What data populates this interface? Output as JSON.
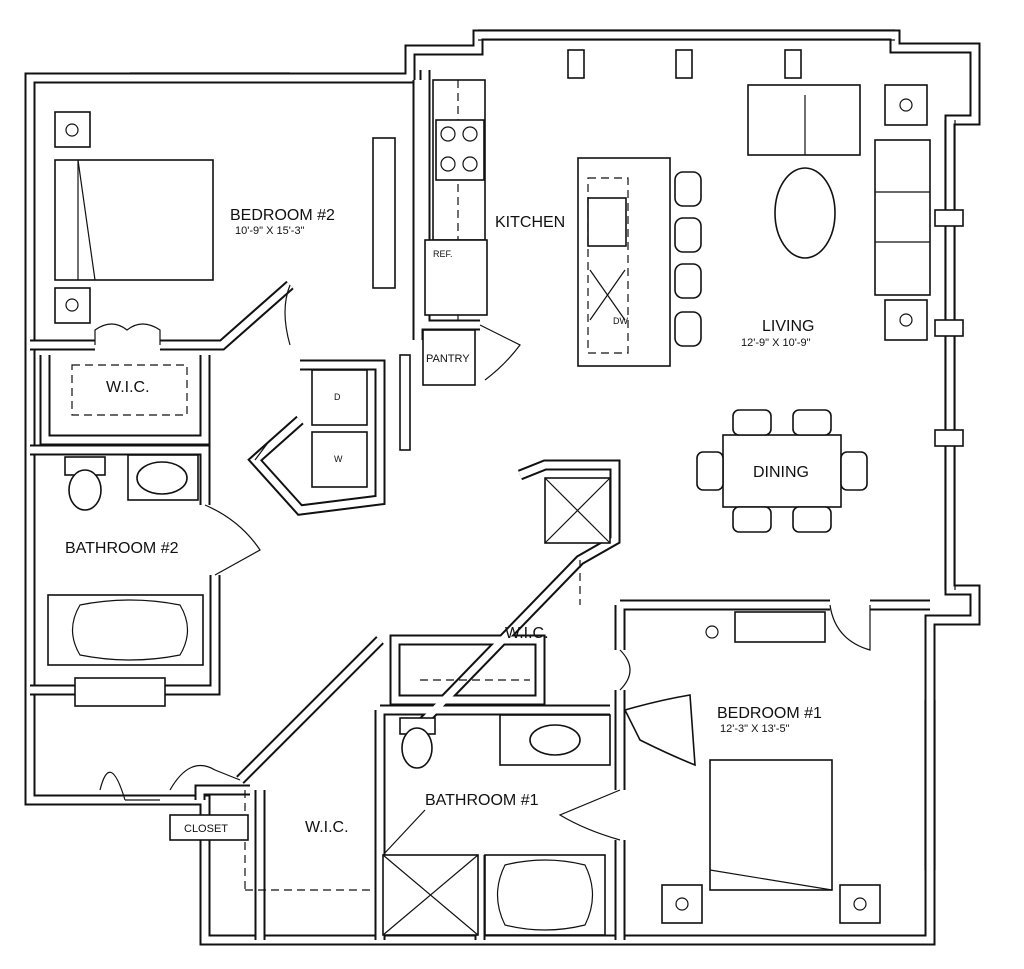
{
  "rooms": {
    "bedroom2": {
      "name": "BEDROOM #2",
      "dims": "10'-9\" X 15'-3\""
    },
    "kitchen": {
      "name": "KITCHEN"
    },
    "living": {
      "name": "LIVING",
      "dims": "12'-9\" X 10'-9\""
    },
    "dining": {
      "name": "DINING"
    },
    "wic_bed2": {
      "name": "W.I.C."
    },
    "bathroom2": {
      "name": "BATHROOM #2"
    },
    "wic_center": {
      "name": "W.I.C."
    },
    "bedroom1": {
      "name": "BEDROOM #1",
      "dims": "12'-3\" X 13'-5\""
    },
    "bathroom1": {
      "name": "BATHROOM #1"
    },
    "wic_bath1": {
      "name": "W.I.C."
    },
    "closet": {
      "name": "CLOSET"
    },
    "pantry": {
      "name": "PANTRY"
    }
  },
  "appliances": {
    "ref": "REF.",
    "dryer": "D",
    "washer": "W",
    "dishwasher": "DW"
  }
}
